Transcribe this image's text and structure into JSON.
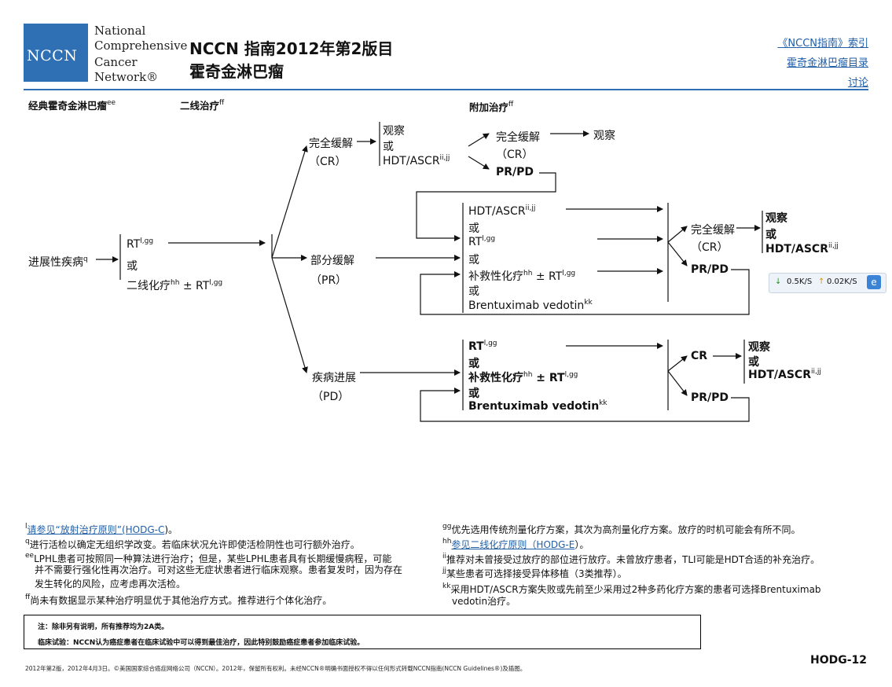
{
  "header": {
    "logo_text": "NCCN",
    "org_lines": [
      "National",
      "Comprehensive",
      "Cancer",
      "Network®"
    ],
    "title_line1": "NCCN 指南2012年第2版目",
    "title_line2": "霍奇金淋巴瘤",
    "nav_links": [
      "《NCCN指南》索引",
      "霍奇金淋巴瘤目录",
      "讨论"
    ]
  },
  "columns": {
    "col1": "经典霍奇金淋巴瘤",
    "col1_sup": "ee",
    "col2": "二线治疗",
    "col2_sup": "ff",
    "col3": "附加治疗",
    "col3_sup": "ff"
  },
  "flow": {
    "progressive": "进展性疾病",
    "progressive_sup": "q",
    "rt": "RT",
    "rt_sup": "l,gg",
    "or": "或",
    "second_chemo": "二线化疗",
    "second_chemo_sup": "hh",
    "pm_rt": "± RT",
    "cr_label": "完全缓解",
    "cr_abbr": "（CR）",
    "observe": "观察",
    "hdt": "HDT/ASCR",
    "hdt_sup": "ii,jj",
    "prpd": "PR/PD",
    "pr_label": "部分缓解",
    "pr_abbr": "（PR）",
    "salvage": "补救性化疗",
    "brentux": "Brentuximab vedotin",
    "brentux_sup": "kk",
    "pd_label": "疾病进展",
    "pd_abbr": "（PD）",
    "cr_short": "CR"
  },
  "footnotes": {
    "l_mark": "l",
    "l_link": "请参见“放射治疗原则”(HODG-C",
    "l_tail": ")。",
    "q_mark": "q",
    "q_text": "进行活检以确定无组织学改变。若临床状况允许即使活检阴性也可行额外治疗。",
    "ee_mark": "ee",
    "ee_line1": "LPHL患者可按照同一种算法进行治疗；但是，某些LPHL患者具有长期缓慢病程，可能",
    "ee_line2": "并不需要行强化性再次治疗。可对这些无症状患者进行临床观察。患者复发时，因为存在",
    "ee_line3": "发生转化的风险，应考虑再次活检。",
    "ff_mark": "ff",
    "ff_text": "尚未有数据显示某种治疗明显优于其他治疗方式。推荐进行个体化治疗。",
    "gg_mark": "gg",
    "gg_text": "优先选用传统剂量化疗方案，其次为高剂量化疗方案。放疗的时机可能会有所不同。",
    "hh_mark": "hh",
    "hh_link": "参见二线化疗原则（HODG-E",
    "hh_tail": "）。",
    "ii_mark": "ii",
    "ii_text": "推荐对未曾接受过放疗的部位进行放疗。未曾放疗患者，TLI可能是HDT合适的补充治疗。",
    "jj_mark": "jj",
    "jj_text": "某些患者可选择接受异体移植（3类推荐）。",
    "kk_mark": "kk",
    "kk_line1": "采用HDT/ASCR方案失败或先前至少采用过2种多药化疗方案的患者可选择Brentuximab",
    "kk_line2": "vedotin治疗。"
  },
  "note_box": {
    "line1": "注：除非另有说明，所有推荐均为2A类。",
    "line2": "临床试验：NCCN认为癌症患者在临床试验中可以得到最佳治疗，因此特别鼓励癌症患者参加临床试验。"
  },
  "footer": {
    "copyright": "2012年第2版，2012年4月3日。©美国国家综合癌症网络公司（NCCN）。2012年，保留所有权利。未经NCCN®明确书面授权不得以任何形式转载NCCN指南(NCCN Guidelines®)及插图。",
    "page_code": "HODG-12"
  },
  "widget": {
    "down": "0.5K/S",
    "up": "0.02K/S"
  },
  "colors": {
    "brand_blue": "#2f6fb4",
    "link": "#1f5fa8"
  }
}
